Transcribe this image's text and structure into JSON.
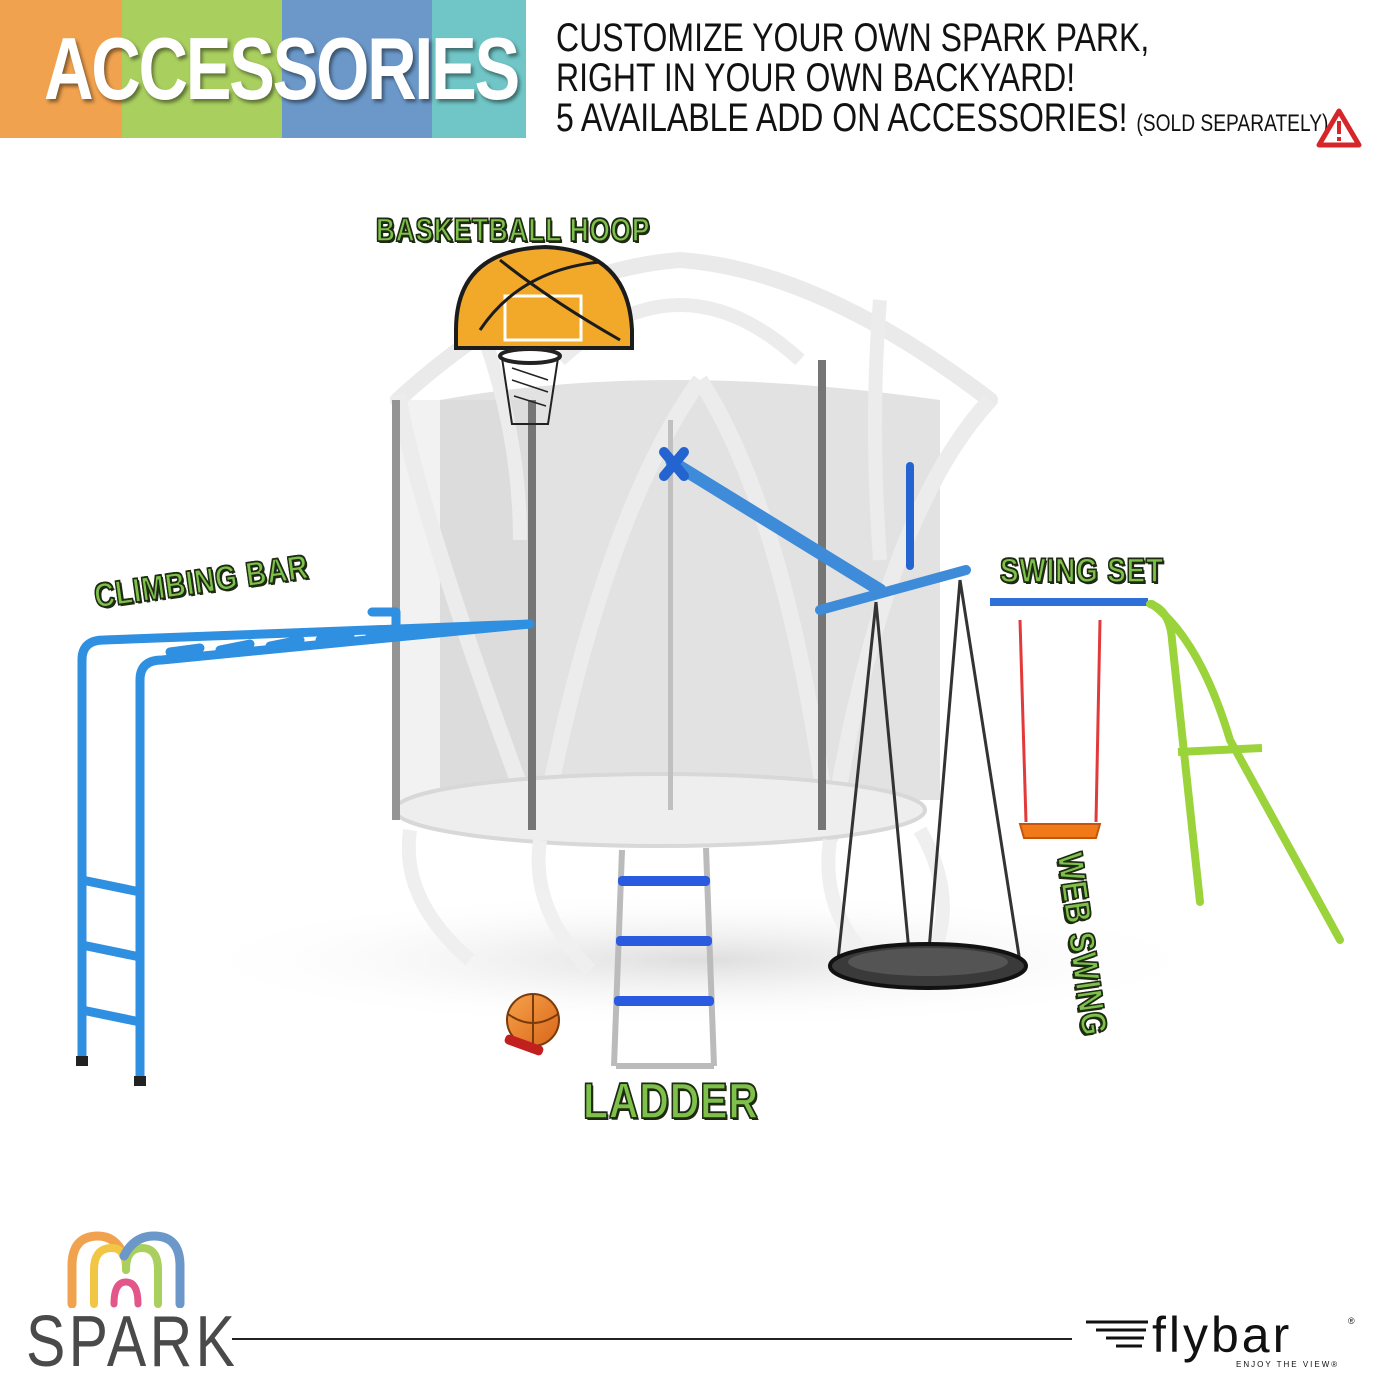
{
  "header": {
    "title": "ACCESSORIES",
    "banner_colors": [
      "#f0a24e",
      "#a9cf5f",
      "#6b98c9",
      "#70c5c6"
    ],
    "tagline": {
      "line1": "CUSTOMIZE YOUR OWN SPARK PARK,",
      "line2": "RIGHT IN YOUR OWN BACKYARD!",
      "line3": "5 AVAILABLE ADD ON ACCESSORIES!",
      "note": "(SOLD SEPARATELY)"
    },
    "warning_icon": "warning-triangle-icon",
    "warning_color": "#d7262a"
  },
  "callouts": {
    "basketball_hoop": "BASKETBALL HOOP",
    "climbing_bar": "CLIMBING BAR",
    "swing_set": "SWING SET",
    "ladder": "LADDER",
    "web_swing": "WEB SWING",
    "label_color": "#7ec14a"
  },
  "accessory_colors": {
    "climbing_bar": "#2f8fe0",
    "swing_frame": "#9bd33b",
    "swing_seat": "#f07a1a",
    "ladder_rungs": "#2a5ae0",
    "hoop_backboard": "#f2a92a",
    "trampoline_frame": "#e6e6e6",
    "enclosure_net": "#c8c8c8"
  },
  "footer": {
    "brand_left": "SPARK",
    "brand_left_icon": "spark-arch-logo-icon",
    "brand_right": "flybar",
    "brand_right_mark": "®",
    "brand_right_tagline": "ENJOY THE VIEW®"
  }
}
